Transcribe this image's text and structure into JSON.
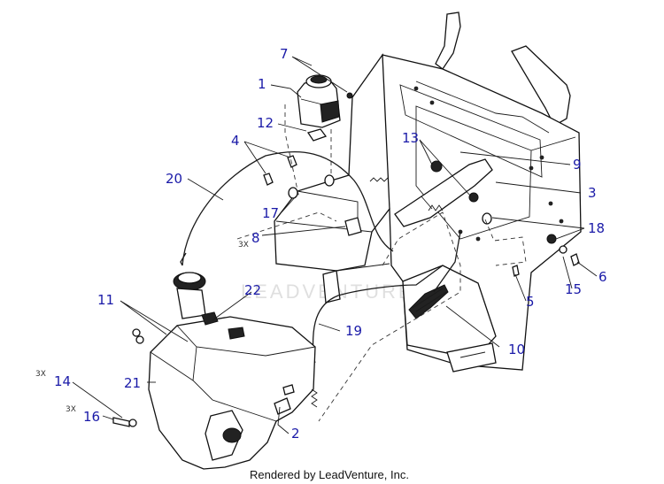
{
  "diagram": {
    "callouts": [
      "1",
      "2",
      "3",
      "4",
      "5",
      "6",
      "7",
      "8",
      "9",
      "10",
      "11",
      "12",
      "13",
      "14",
      "15",
      "16",
      "17",
      "18",
      "19",
      "20",
      "21",
      "22"
    ],
    "quantity_marks": [
      "3X",
      "3X",
      "3X"
    ],
    "watermark": "LEADVENTURE",
    "footer": "Rendered by LeadVenture, Inc."
  },
  "colors": {
    "callout": "#1a1aa8",
    "lines": "#1a1a1a",
    "background": "#ffffff"
  }
}
